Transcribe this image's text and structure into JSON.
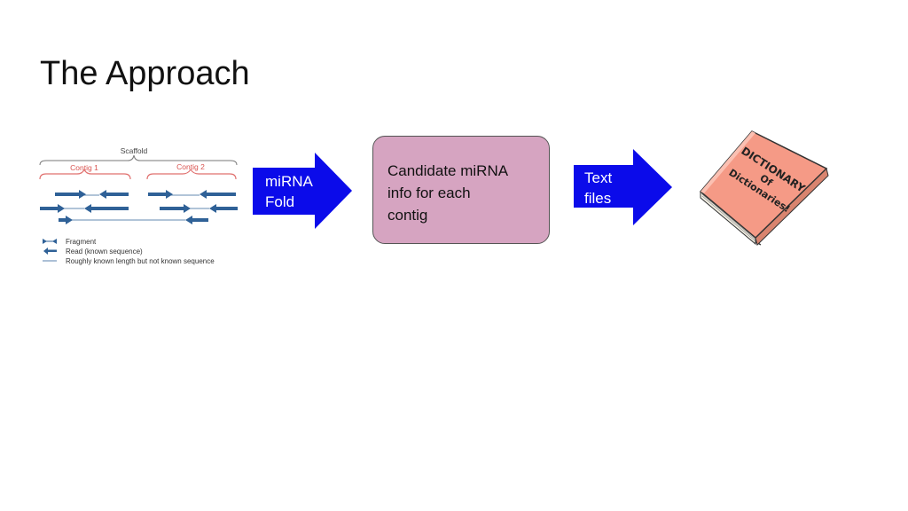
{
  "slide": {
    "title": "The Approach"
  },
  "scaffold_figure": {
    "title": "Scaffold",
    "contig1": "Contig 1",
    "contig2": "Contig 2",
    "legend": [
      {
        "icon": "fragment-icon",
        "text": "Fragment"
      },
      {
        "icon": "read-icon",
        "text": "Read (known sequence)"
      },
      {
        "icon": "gap-line-icon",
        "text": "Roughly known length but not known sequence"
      }
    ]
  },
  "flow": {
    "arrow1_label_line1": "miRNA",
    "arrow1_label_line2": "Fold",
    "box_text_line1": "Candidate miRNA",
    "box_text_line2": "info for each",
    "box_text_line3": "contig",
    "arrow2_label_line1": "Text",
    "arrow2_label_line2": "files"
  },
  "book": {
    "line1": "DICTIONARY",
    "line2": "Of",
    "line3": "Dictionaries!"
  },
  "colors": {
    "arrow": "#0b0bea",
    "box_fill": "#d6a4c1",
    "contig_brace": "#e0706e",
    "read": "#2f6197",
    "book_cover": "#f59a86"
  }
}
